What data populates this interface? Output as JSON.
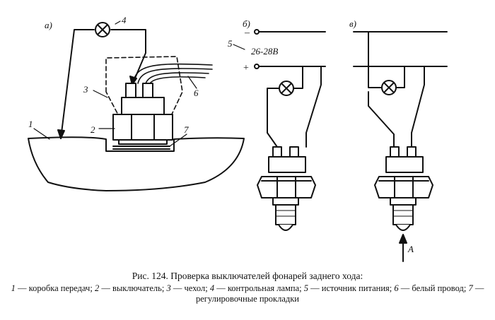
{
  "panel_labels": {
    "a": "а)",
    "b": "б)",
    "c": "в)"
  },
  "callouts": [
    "1",
    "2",
    "3",
    "4",
    "5",
    "6",
    "7"
  ],
  "supply": {
    "minus": "–",
    "plus": "+",
    "voltage": "26-28В"
  },
  "arrow_label": "A",
  "caption": {
    "title": "Рис. 124. Проверка выключателей фонарей заднего хода:",
    "legend": [
      {
        "num": "1",
        "text": " — коробка передач; "
      },
      {
        "num": "2",
        "text": " — выключатель; "
      },
      {
        "num": "3",
        "text": " — чехол; "
      },
      {
        "num": "4",
        "text": " — контрольная лампа; "
      },
      {
        "num": "5",
        "text": " — источник питания; "
      },
      {
        "num": "6",
        "text": " — белый провод; "
      },
      {
        "num": "7",
        "text": " — регулировочные прокладки"
      }
    ]
  }
}
